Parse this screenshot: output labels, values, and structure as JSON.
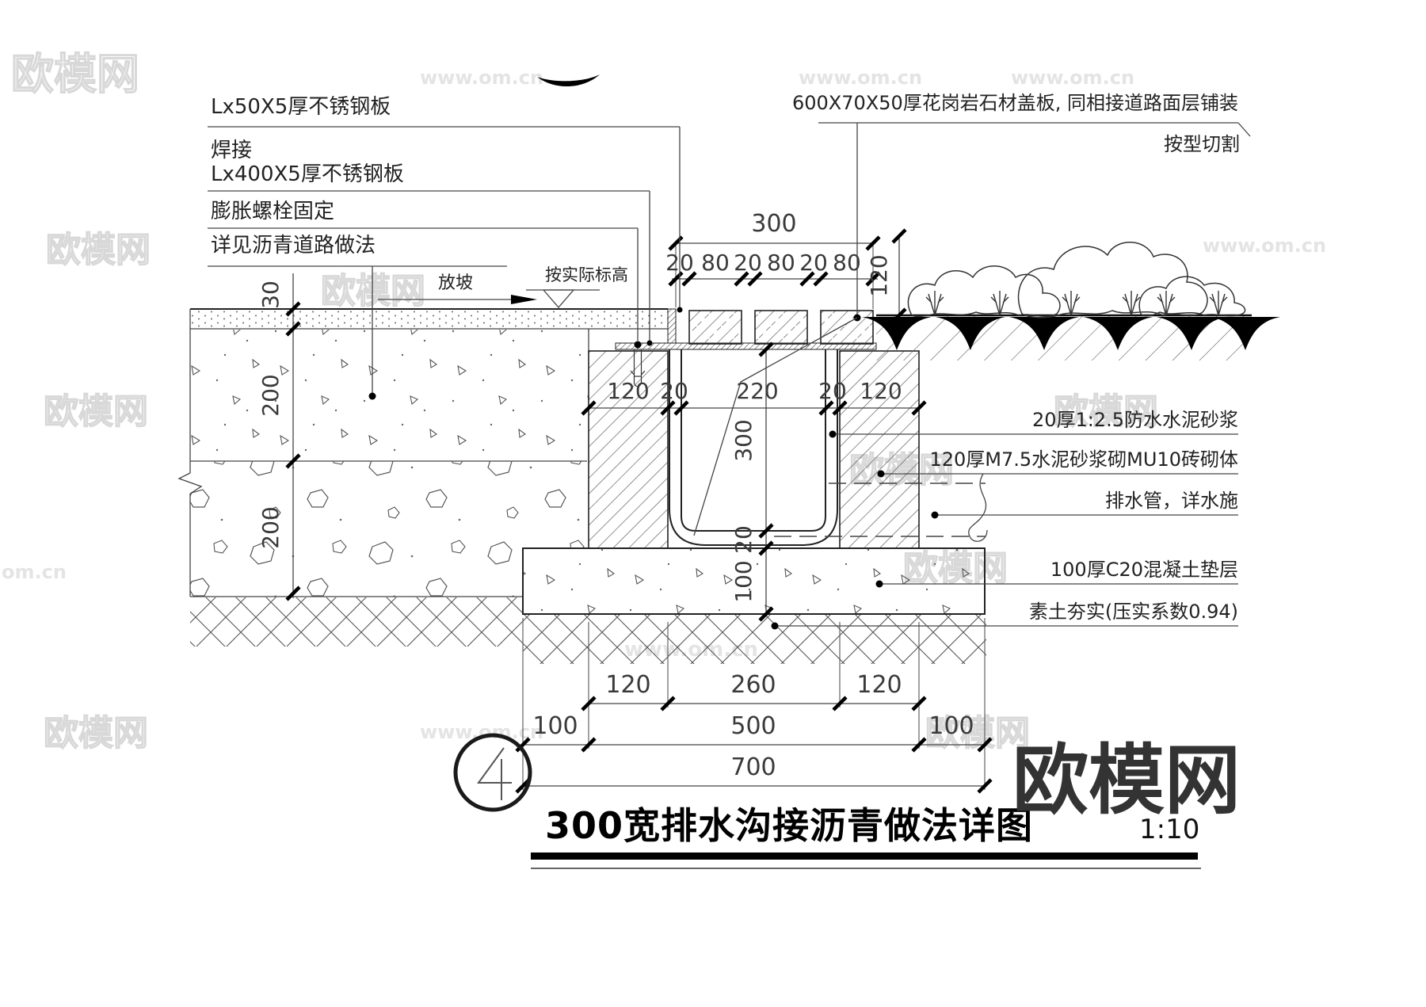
{
  "watermarks": {
    "site_name": "欧模网",
    "site_url": "www.om.cn",
    "partial_url": "om.cn"
  },
  "title_block": {
    "number": "4",
    "title": "300宽排水沟接沥青做法详图",
    "scale": "1:10"
  },
  "callouts": {
    "left": {
      "l50_plate": "Lx50X5厚不锈钢板",
      "weld": "焊接",
      "l400_plate": "Lx400X5厚不锈钢板",
      "anchor_bolt": "膨胀螺栓固定",
      "asphalt_road": "详见沥青道路做法"
    },
    "top_right": {
      "granite_cover": "600X70X50厚花岗岩石材盖板, 同相接道路面层铺装",
      "cut_to_shape": "按型切割"
    },
    "right": {
      "waterproof_mortar": "20厚1:2.5防水水泥砂浆",
      "brick_masonry": "120厚M7.5水泥砂浆砌MU10砖砌体",
      "drain_pipe": "排水管，详水施",
      "concrete_cushion": "100厚C20混凝土垫层",
      "compacted_soil": "素土夯实(压实系数0.94)"
    },
    "notes": {
      "slope": "放坡",
      "actual_level": "按实际标高"
    }
  },
  "dimensions": {
    "cover_span": "300",
    "cover_row": [
      "20",
      "80",
      "20",
      "80",
      "20",
      "80"
    ],
    "wall_row": [
      "120",
      "20",
      "220",
      "20",
      "120"
    ],
    "road_layers": [
      "30",
      "200",
      "200"
    ],
    "trench_vertical": [
      "300",
      "20",
      "100"
    ],
    "planting_depth": "120",
    "footing_row1": [
      "120",
      "260",
      "120"
    ],
    "footing_row2": [
      "100",
      "500",
      "100"
    ],
    "footing_total": "700"
  }
}
